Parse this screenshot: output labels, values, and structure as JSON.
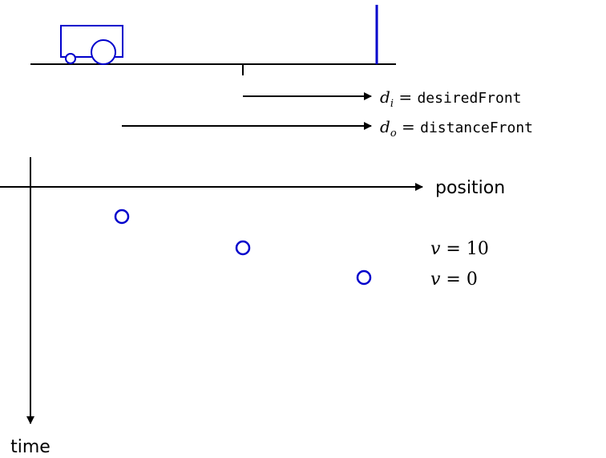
{
  "colors": {
    "ink": "#000000",
    "accent": "#0000cc",
    "background": "#ffffff"
  },
  "icons": {
    "vehicle": "robot-car-icon",
    "wall": "wall-icon"
  },
  "labels": {
    "desired": {
      "var": "d",
      "sub": "i",
      "eq": " = ",
      "value": "desiredFront"
    },
    "distance": {
      "var": "d",
      "sub": "o",
      "eq": " = ",
      "value": "distanceFront"
    },
    "position_axis": "position",
    "time_axis": "time"
  },
  "velocity_labels": [
    {
      "var": "v",
      "eq": " = ",
      "value": "10"
    },
    {
      "var": "v",
      "eq": " = ",
      "value": "0"
    }
  ]
}
